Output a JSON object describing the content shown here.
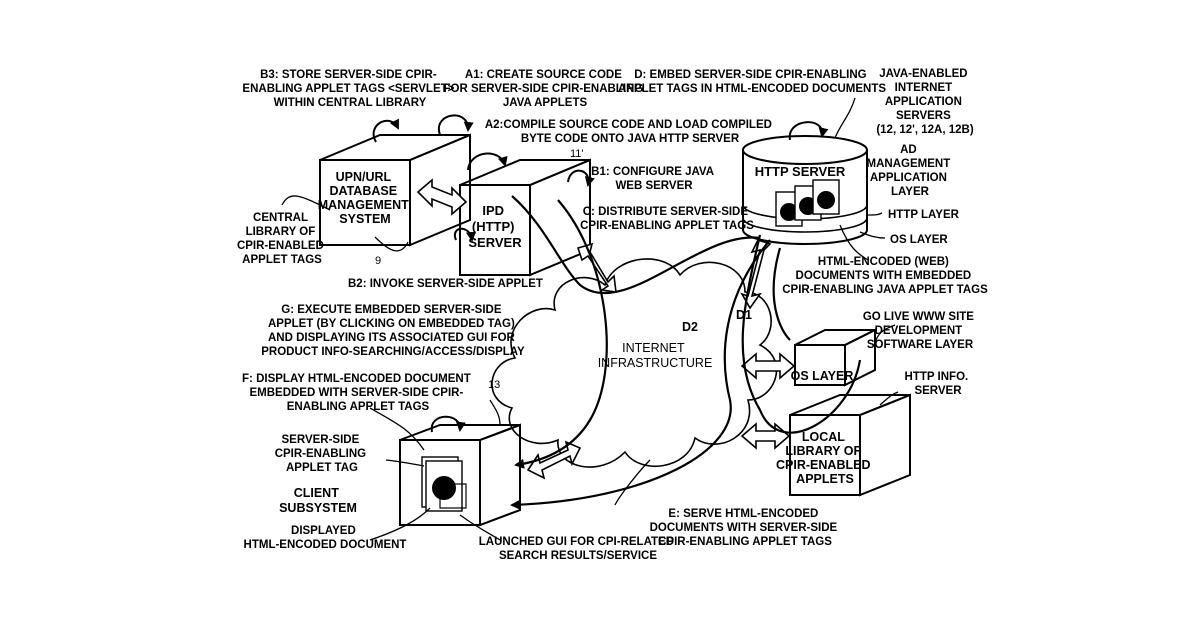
{
  "labels": {
    "b3": [
      "B3: STORE SERVER-SIDE CPIR-",
      "ENABLING APPLET TAGS <SERVLET>",
      "WITHIN CENTRAL LIBRARY"
    ],
    "a1": [
      "A1: CREATE SOURCE CODE",
      "FOR SERVER-SIDE CPIR-ENABLING",
      "JAVA APPLETS"
    ],
    "d": [
      "D: EMBED SERVER-SIDE CPIR-ENABLING",
      "APPLET TAGS IN HTML-ENCODED DOCUMENTS"
    ],
    "java_servers": [
      "JAVA-ENABLED",
      "INTERNET",
      "APPLICATION",
      "SERVERS",
      "(12, 12', 12A, 12B)"
    ],
    "a2": [
      "A2:COMPILE SOURCE CODE AND LOAD COMPILED",
      "BYTE CODE ONTO JAVA HTTP SERVER"
    ],
    "ref_11": "11'",
    "b1": [
      "B1: CONFIGURE JAVA",
      "WEB SERVER"
    ],
    "ad_layer": [
      "AD",
      "MANAGEMENT",
      "APPLICATION",
      "LAYER"
    ],
    "c": [
      "C: DISTRIBUTE SERVER-SIDE",
      "CPIR-ENABLING APPLET TAGS"
    ],
    "http_layer": "HTTP LAYER",
    "os_layer_right": "OS LAYER",
    "central_library": [
      "CENTRAL",
      "LIBRARY OF",
      "CPIR-ENABLED",
      "APPLET TAGS"
    ],
    "ref_9": "9",
    "b2": "B2: INVOKE SERVER-SIDE APPLET",
    "html_docs": [
      "HTML-ENCODED (WEB)",
      "DOCUMENTS WITH EMBEDDED",
      "CPIR-ENABLING JAVA APPLET TAGS"
    ],
    "g": [
      "G: EXECUTE EMBEDDED SERVER-SIDE",
      "APPLET (BY CLICKING ON EMBEDDED TAG)",
      "AND DISPLAYING ITS ASSOCIATED GUI FOR",
      "PRODUCT INFO-SEARCHING/ACCESS/DISPLAY"
    ],
    "d2": "D2",
    "d1": "D1",
    "internet": [
      "INTERNET",
      "INFRASTRUCTURE"
    ],
    "go_live": [
      "GO LIVE WWW SITE",
      "DEVELOPMENT",
      "SOFTWARE LAYER"
    ],
    "f": [
      "F: DISPLAY HTML-ENCODED DOCUMENT",
      "EMBEDDED WITH SERVER-SIDE CPIR-",
      "ENABLING APPLET TAGS"
    ],
    "ref_13": "13",
    "os_layer_box": "OS LAYER",
    "http_info": [
      "HTTP INFO.",
      "SERVER"
    ],
    "server_side_tag": [
      "SERVER-SIDE",
      "CPIR-ENABLING",
      "APPLET TAG"
    ],
    "client": [
      "CLIENT",
      "SUBSYSTEM"
    ],
    "displayed": [
      "DISPLAYED",
      "HTML-ENCODED DOCUMENT"
    ],
    "launched_gui": [
      "LAUNCHED GUI FOR CPI-RELATED",
      "SEARCH RESULTS/SERVICE"
    ],
    "e": [
      "E: SERVE HTML-ENCODED",
      "DOCUMENTS WITH SERVER-SIDE",
      "CPIR-ENABLING APPLET TAGS"
    ],
    "local_library": [
      "LOCAL",
      "LIBRARY OF",
      "CPIR-ENABLED",
      "APPLETS"
    ]
  },
  "boxes": {
    "upn_db": [
      "UPN/URL",
      "DATABASE",
      "MANAGEMENT",
      "SYSTEM"
    ],
    "ipd_server": [
      "IPD",
      "(HTTP)",
      "SERVER"
    ],
    "http_server": "HTTP SERVER"
  }
}
